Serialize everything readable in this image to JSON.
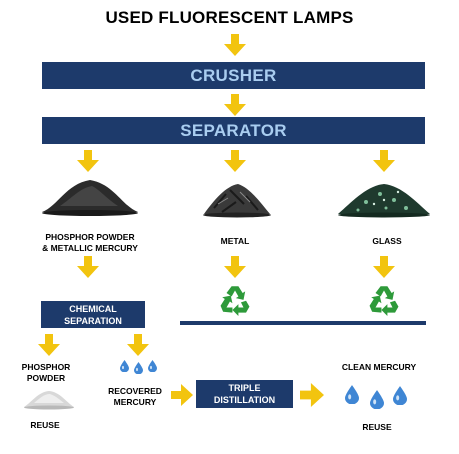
{
  "title": "USED FLUORESCENT LAMPS",
  "stages": {
    "crusher": "CRUSHER",
    "separator": "SEPARATOR"
  },
  "outputs": {
    "phosphor_metallic_line1": "PHOSPHOR POWDER",
    "phosphor_metallic_line2": "& METALLIC MERCURY",
    "metal": "METAL",
    "glass": "GLASS"
  },
  "chemical_separation": {
    "line1": "CHEMICAL",
    "line2": "SEPARATION"
  },
  "phosphor_powder": {
    "line1": "PHOSPHOR",
    "line2": "POWDER",
    "result": "REUSE"
  },
  "recovered_mercury": {
    "line1": "RECOVERED",
    "line2": "MERCURY"
  },
  "triple_distillation": {
    "line1": "TRIPLE",
    "line2": "DISTILLATION"
  },
  "clean_mercury": {
    "label": "CLEAN MERCURY",
    "result": "REUSE"
  },
  "colors": {
    "navy": "#1d3a6b",
    "arrow": "#f2c40f",
    "recycle": "#2e9a3a",
    "drop": "#3f86d4"
  }
}
